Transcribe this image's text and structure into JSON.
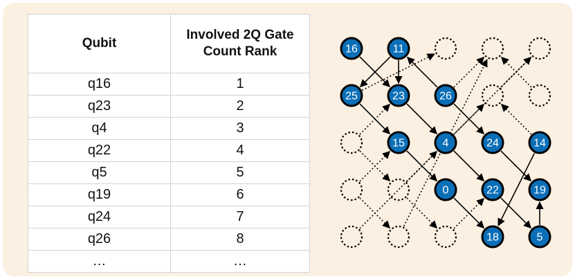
{
  "table": {
    "headers": [
      "Qubit",
      "Involved 2Q Gate Count Rank"
    ],
    "rows": [
      [
        "q16",
        "1"
      ],
      [
        "q23",
        "2"
      ],
      [
        "q4",
        "3"
      ],
      [
        "q22",
        "4"
      ],
      [
        "q5",
        "5"
      ],
      [
        "q19",
        "6"
      ],
      [
        "q24",
        "7"
      ],
      [
        "q26",
        "8"
      ],
      [
        "…",
        "…"
      ]
    ]
  },
  "lattice": {
    "columns": 5,
    "rows": 5,
    "cells": [
      [
        "16",
        "11",
        "",
        "",
        ""
      ],
      [
        "25",
        "23",
        "26",
        "",
        ""
      ],
      [
        "",
        "15",
        "4",
        "24",
        "14"
      ],
      [
        "",
        "",
        "0",
        "22",
        "19"
      ],
      [
        "",
        "",
        "",
        "18",
        "5"
      ]
    ],
    "solid_edges": [
      [
        [
          0,
          0
        ],
        [
          1,
          1
        ]
      ],
      [
        [
          0,
          1
        ],
        [
          1,
          0
        ]
      ],
      [
        [
          0,
          1
        ],
        [
          1,
          1
        ]
      ],
      [
        [
          1,
          1
        ],
        [
          2,
          2
        ]
      ],
      [
        [
          1,
          0
        ],
        [
          2,
          1
        ]
      ],
      [
        [
          2,
          1
        ],
        [
          3,
          2
        ]
      ],
      [
        [
          1,
          2
        ],
        [
          0,
          1
        ]
      ],
      [
        [
          1,
          2
        ],
        [
          2,
          3
        ]
      ],
      [
        [
          2,
          3
        ],
        [
          3,
          4
        ]
      ],
      [
        [
          2,
          2
        ],
        [
          3,
          3
        ]
      ],
      [
        [
          3,
          2
        ],
        [
          4,
          3
        ]
      ],
      [
        [
          3,
          3
        ],
        [
          4,
          4
        ]
      ],
      [
        [
          4,
          4
        ],
        [
          3,
          4
        ]
      ],
      [
        [
          2,
          4
        ],
        [
          4,
          3
        ]
      ]
    ],
    "dotted_edges": [
      [
        [
          1,
          0
        ],
        [
          0,
          2
        ]
      ],
      [
        [
          2,
          2
        ],
        [
          1,
          3
        ]
      ],
      [
        [
          1,
          3
        ],
        [
          0,
          4
        ]
      ],
      [
        [
          2,
          0
        ],
        [
          1,
          1
        ]
      ],
      [
        [
          2,
          0
        ],
        [
          3,
          1
        ]
      ],
      [
        [
          3,
          0
        ],
        [
          2,
          1
        ]
      ],
      [
        [
          3,
          0
        ],
        [
          4,
          1
        ]
      ],
      [
        [
          3,
          1
        ],
        [
          2,
          2
        ]
      ],
      [
        [
          3,
          1
        ],
        [
          4,
          2
        ]
      ],
      [
        [
          4,
          0
        ],
        [
          0,
          4
        ]
      ],
      [
        [
          4,
          1
        ],
        [
          0,
          3
        ]
      ],
      [
        [
          4,
          2
        ],
        [
          3,
          3
        ]
      ],
      [
        [
          1,
          2
        ],
        [
          0,
          3
        ]
      ],
      [
        [
          2,
          4
        ],
        [
          1,
          3
        ]
      ],
      [
        [
          1,
          4
        ],
        [
          0,
          3
        ]
      ]
    ],
    "node_fill": "#0b6fb8",
    "node_stroke": "#000000"
  }
}
